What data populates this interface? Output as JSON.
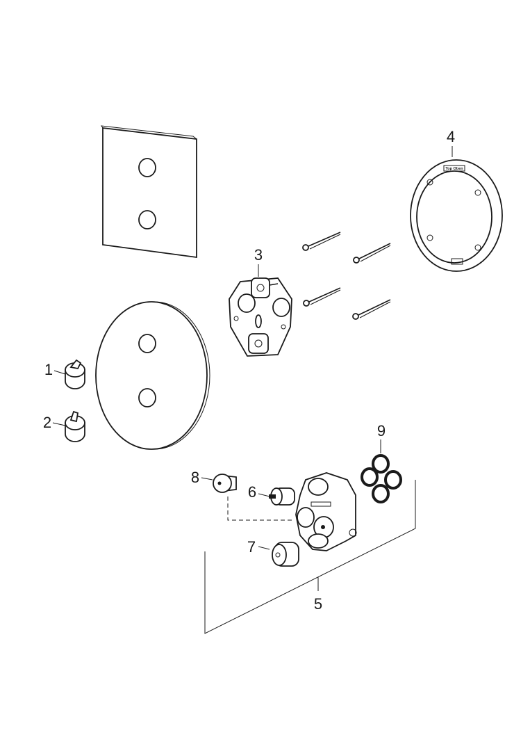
{
  "diagram": {
    "callouts": {
      "p1": "1",
      "p2": "2",
      "p3": "3",
      "p4": "4",
      "p5": "5",
      "p6": "6",
      "p7": "7",
      "p8": "8",
      "p9": "9"
    },
    "ring_marking": "Top Oben"
  }
}
